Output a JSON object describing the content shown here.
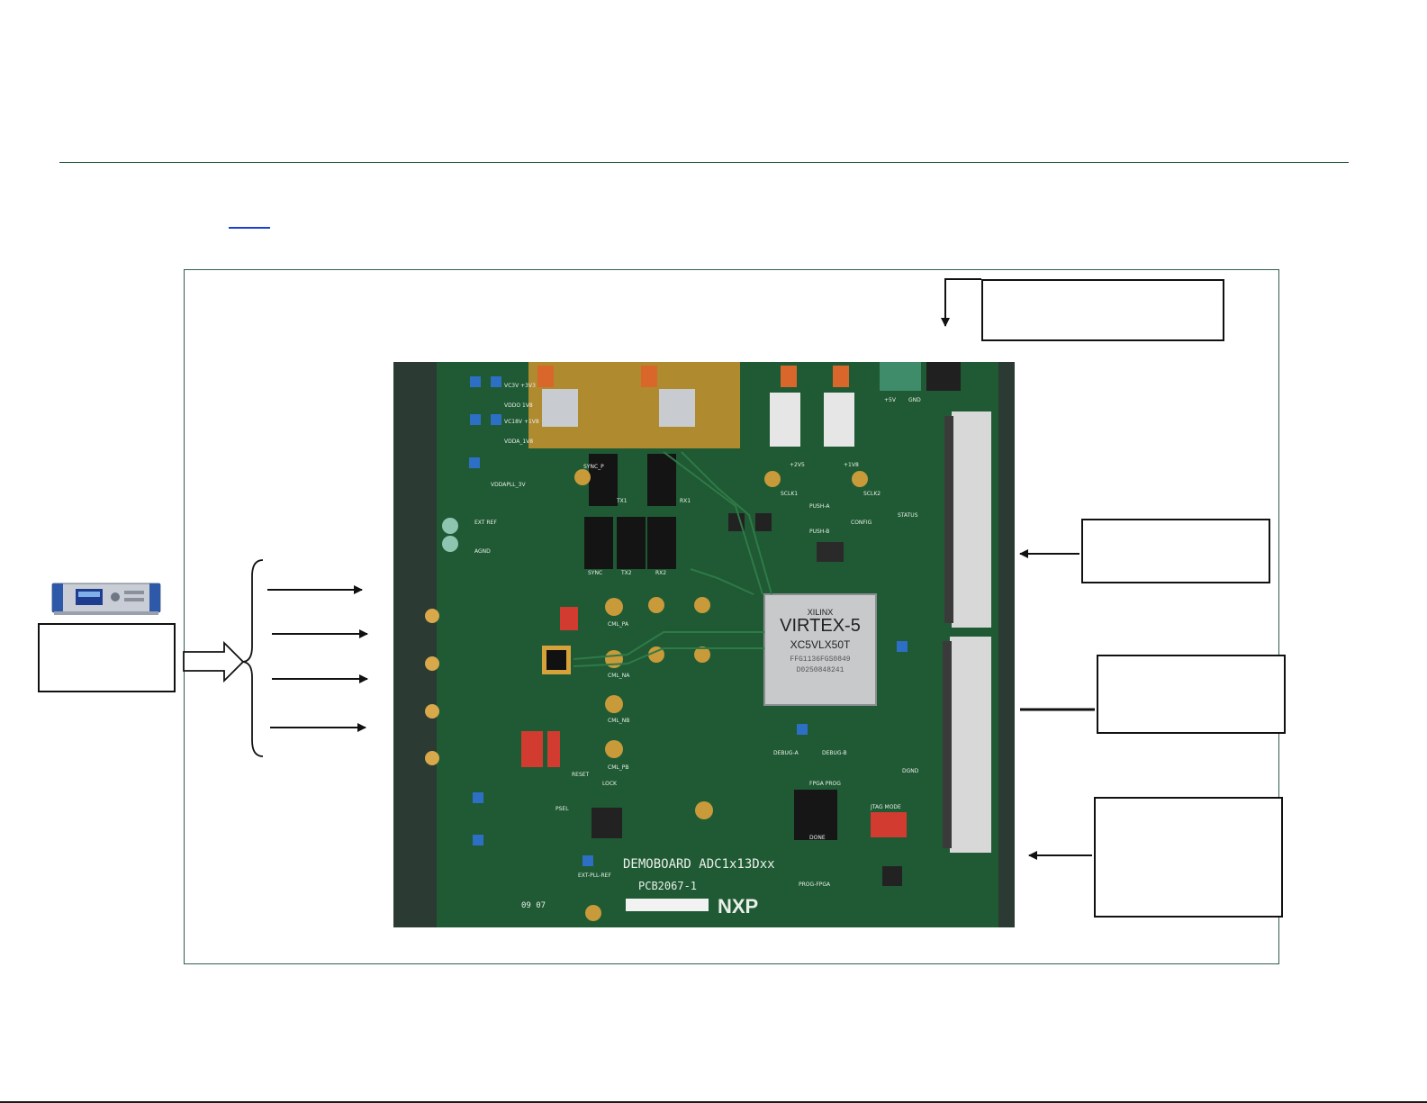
{
  "page": {
    "link_text": ""
  },
  "board_photo": {
    "silkscreen_title": "DEMOBOARD ADC1x13Dxx",
    "pcb_ref": "PCB2067-1",
    "fpga_brand": "XILINX",
    "fpga_family": "VIRTEX-5",
    "fpga_part": "XC5VLX50T",
    "fpga_package": "FFG1136FGS0849",
    "fpga_lot": "D0250848241",
    "vendor_logo": "NXP",
    "date_code": "09 07",
    "labels": {
      "sync_p": "SYNC_P",
      "tx1": "TX1",
      "rx1": "RX1",
      "tx2": "TX2",
      "rx2": "RX2",
      "sync": "SYNC",
      "cml_pa": "CML_PA",
      "cml_na": "CML_NA",
      "cml_nb": "CML_NB",
      "cml_pb": "CML_PB",
      "push_a": "PUSH-A",
      "push_b": "PUSH-B",
      "config": "CONFIG",
      "status": "STATUS",
      "ext_ref": "EXT REF",
      "agnd": "AGND",
      "dgnd": "DGND",
      "reset": "RESET",
      "lock": "LOCK",
      "psel": "PSEL",
      "debug_a": "DEBUG-A",
      "debug_b": "DEBUG-B",
      "fpga_prog": "FPGA PROG",
      "jtag_mode": "JTAG MODE",
      "done": "DONE",
      "prog_fpga": "PROG-FPGA",
      "ext_pll_ref": "EXT-PLL-REF",
      "vc3v": "VC3V +3V3",
      "vddo": "VDDO 1V8",
      "vc18v": "VC18V +1V8",
      "vdda": "VDDA_1V8",
      "vddapll": "VDDAPLL_3V",
      "p2v5": "+2V5",
      "p1v8": "+1V8",
      "p5v": "+5V",
      "gnd": "GND",
      "sclk1": "SCLK1",
      "sclk2": "SCLK2"
    }
  },
  "colors": {
    "frame": "#2f5e48",
    "rule": "#1f5b3a",
    "link": "#1e3fd0",
    "pcb": "#1f5a34"
  }
}
